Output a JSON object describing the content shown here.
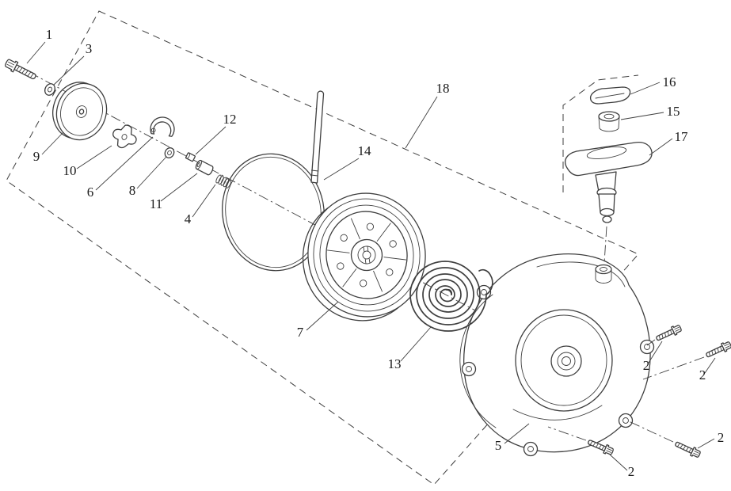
{
  "diagram": {
    "background_color": "#ffffff",
    "line_color": "#3f3f3f",
    "label_color": "#1a1a1a"
  },
  "labels": {
    "l1": "1",
    "l2": "2",
    "l3": "3",
    "l4": "4",
    "l5": "5",
    "l6": "6",
    "l7": "7",
    "l8": "8",
    "l9": "9",
    "l10": "10",
    "l11": "11",
    "l12": "12",
    "l13": "13",
    "l14": "14",
    "l15": "15",
    "l16": "16",
    "l17": "17",
    "l18": "18"
  }
}
